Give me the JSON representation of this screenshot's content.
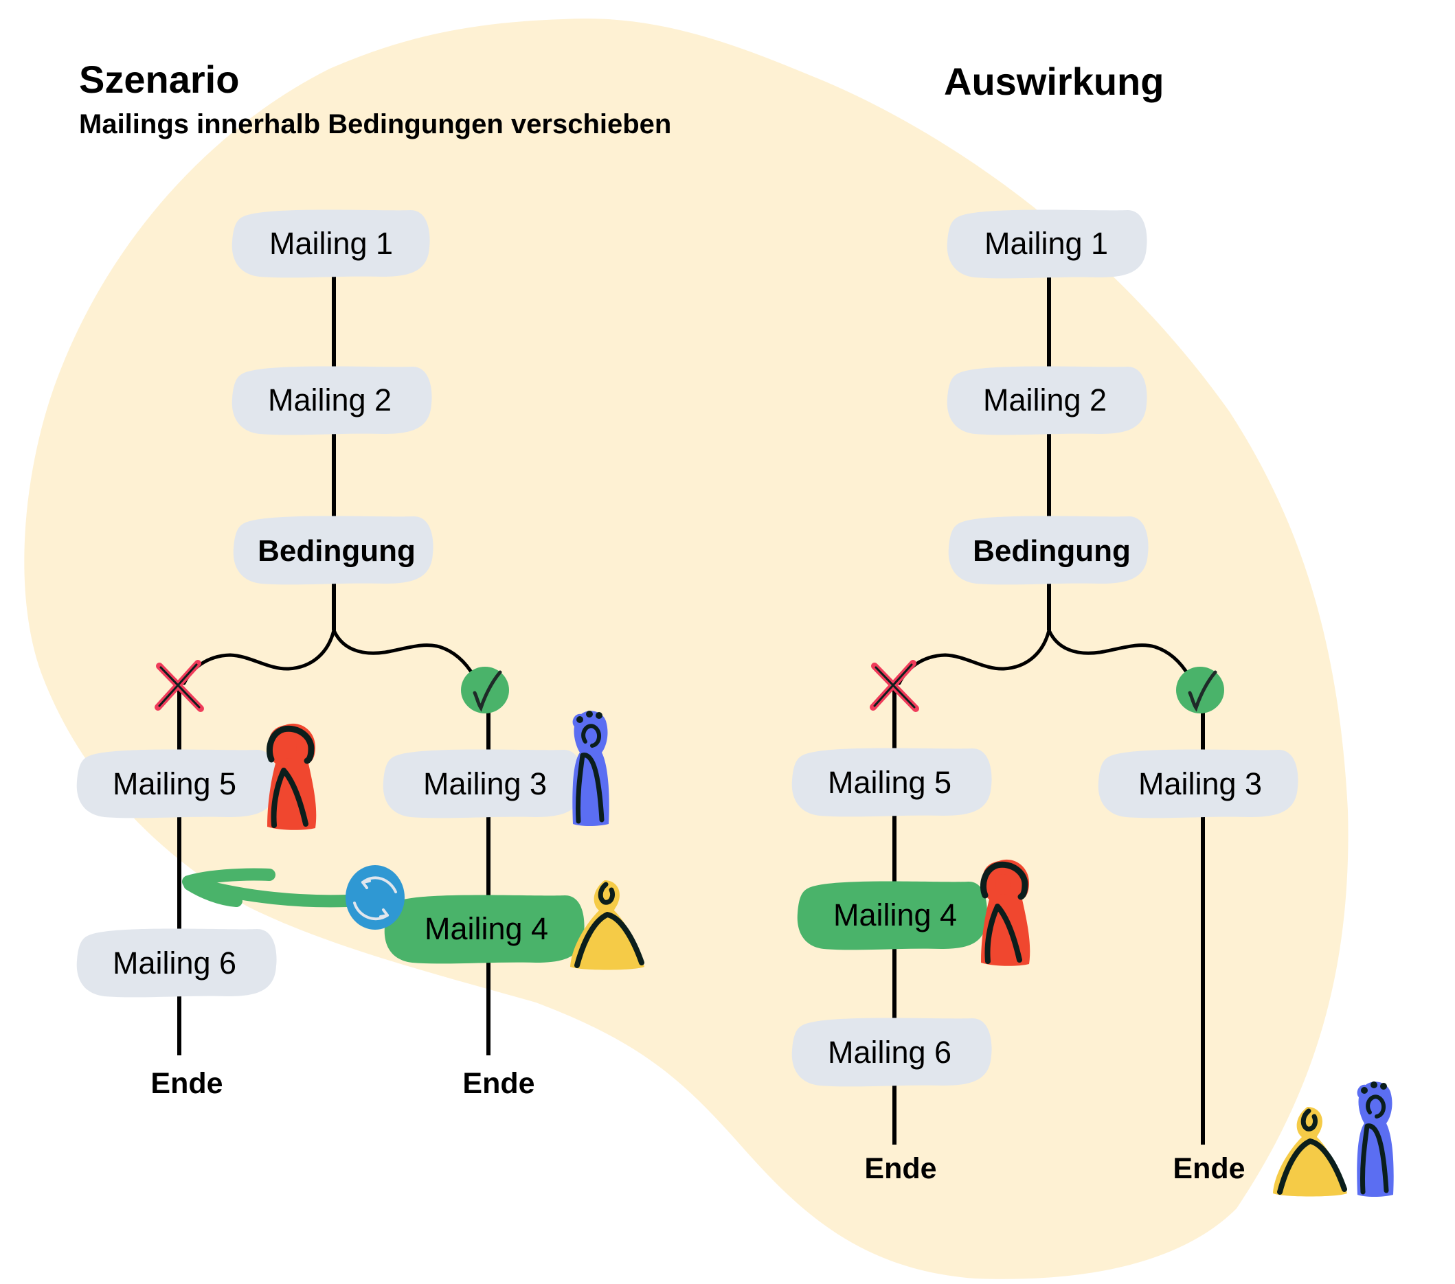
{
  "colors": {
    "background_blob": "#FEF1D3",
    "node": "#E1E6ED",
    "node_moved": "#4AB36A",
    "check": "#4AB36A",
    "cross": "#EF3B5A",
    "sync": "#2F98D3",
    "arrow": "#4AB36A",
    "person_red": "#F0472F",
    "person_blue": "#5B6EF2",
    "person_yellow": "#F5CB47"
  },
  "scenario": {
    "title": "Szenario",
    "subtitle": "Mailings innerhalb Bedingungen verschieben",
    "nodes": {
      "mailing1": "Mailing 1",
      "mailing2": "Mailing 2",
      "condition": "Bedingung",
      "mailing5": "Mailing 5",
      "mailing6": "Mailing 6",
      "mailing3": "Mailing 3",
      "mailing4": "Mailing 4"
    },
    "branches": {
      "no": {
        "icon": "cross-icon",
        "end": "Ende"
      },
      "yes": {
        "icon": "check-icon",
        "end": "Ende"
      }
    },
    "action": {
      "icon": "sync-icon",
      "description": "Mailing 4 move arrow"
    },
    "people": [
      "red-person",
      "blue-person",
      "yellow-person"
    ]
  },
  "impact": {
    "title": "Auswirkung",
    "nodes": {
      "mailing1": "Mailing 1",
      "mailing2": "Mailing 2",
      "condition": "Bedingung",
      "mailing5": "Mailing 5",
      "mailing4": "Mailing 4",
      "mailing6": "Mailing 6",
      "mailing3": "Mailing 3"
    },
    "branches": {
      "no": {
        "icon": "cross-icon",
        "end": "Ende"
      },
      "yes": {
        "icon": "check-icon",
        "end": "Ende"
      }
    },
    "people": [
      "red-person",
      "yellow-person",
      "blue-person"
    ]
  }
}
